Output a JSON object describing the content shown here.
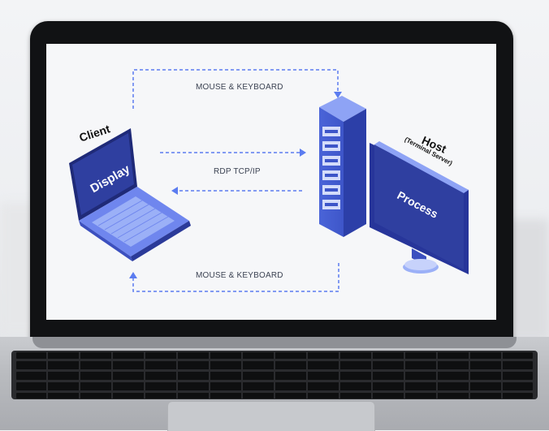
{
  "diagram": {
    "client_label": "Client",
    "display_label": "Display",
    "host_label": "Host",
    "host_sublabel": "(Terminal Server)",
    "process_label": "Process",
    "top_flow_label": "MOUSE & KEYBOARD",
    "middle_flow_label": "RDP TCP/IP",
    "bottom_flow_label": "MOUSE & KEYBOARD"
  },
  "colors": {
    "accent": "#4a6cf7",
    "laptop_screen": "#2f3fa0",
    "server_body": "#3d55c8",
    "arrow": "#5b7cf0"
  }
}
